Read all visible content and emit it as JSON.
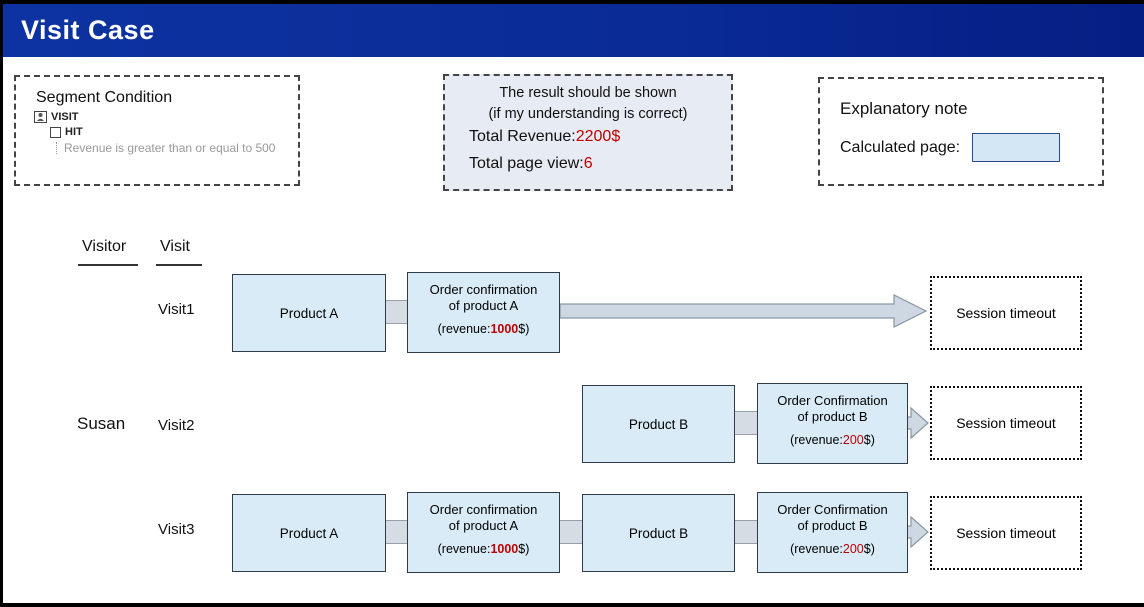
{
  "header": {
    "title": "Visit Case"
  },
  "segment_condition": {
    "title": "Segment Condition",
    "visit_label": "VISIT",
    "hit_label": "HIT",
    "rule_text": "Revenue is greater than or equal to 500"
  },
  "result_note": {
    "line1": "The result should be shown",
    "line2": "(if my understanding is correct)",
    "total_revenue_label": "Total Revenue:",
    "total_revenue_value": "2200$",
    "total_page_view_label": "Total page view:",
    "total_page_view_value": "6"
  },
  "explanatory_note": {
    "title": "Explanatory note",
    "calculated_page_label": "Calculated page:"
  },
  "diagram": {
    "columns": {
      "visitor": "Visitor",
      "visit": "Visit"
    },
    "visitor_name": "Susan",
    "visit1": {
      "label": "Visit1",
      "product": "Product A",
      "order_line1": "Order confirmation",
      "order_line2": "of product A",
      "revenue_prefix": "(revenue:",
      "revenue_value": "1000",
      "revenue_suffix": "$)",
      "session": "Session timeout"
    },
    "visit2": {
      "label": "Visit2",
      "product": "Product B",
      "order_line1": "Order Confirmation",
      "order_line2": "of product B",
      "revenue_prefix": "(revenue:",
      "revenue_value": "200",
      "revenue_suffix": "$)",
      "session": "Session timeout"
    },
    "visit3": {
      "label": "Visit3",
      "product_a": "Product A",
      "order_a_line1": "Order confirmation",
      "order_a_line2": "of product A",
      "revenue_a_prefix": "(revenue:",
      "revenue_a_value": "1000",
      "revenue_a_suffix": "$)",
      "product_b": "Product B",
      "order_b_line1": "Order Confirmation",
      "order_b_line2": "of product B",
      "revenue_b_prefix": "(revenue:",
      "revenue_b_value": "200",
      "revenue_b_suffix": "$)",
      "session": "Session timeout"
    }
  },
  "colors": {
    "header_blue": "#0a2b96",
    "node_fill": "#d8ebf6",
    "note_fill": "#e7ebf3",
    "accent_red": "#c00000",
    "arrow_fill": "#cdd8e3"
  }
}
